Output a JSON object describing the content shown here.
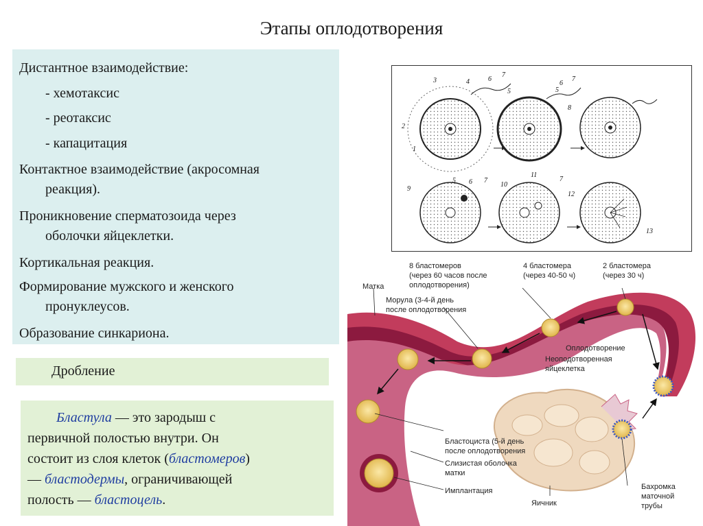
{
  "title": "Этапы оплодотворения",
  "main": {
    "lines": [
      "Дистантное взаимодействие:",
      "- хемотаксис",
      "- реотаксис",
      "- капацитация",
      "Контактное взаимодействие (акросомная",
      "реакция).",
      "Проникновение сперматозоида через",
      "оболочки яйцеклетки.",
      "Кортикальная реакция.",
      "Формирование мужского и женского",
      "пронуклеусов.",
      "Образование синкариона."
    ]
  },
  "drob": {
    "label": "Дробление"
  },
  "blast": {
    "l1a": "Бластула",
    "l1b": " — это зародыш с",
    "l2": "первичной полостью внутри. Он",
    "l3a": "состоит из слоя клеток (",
    "l3b": "бластомеров",
    "l3c": ")",
    "l4a": "— ",
    "l4b": "бластодермы",
    "l4c": ", ограничивающей",
    "l5a": "полость — ",
    "l5b": "бластоцель",
    "l5c": "."
  },
  "figure_top": {
    "numbers": [
      "1",
      "2",
      "3",
      "4",
      "5",
      "6",
      "7",
      "5",
      "6",
      "7",
      "8",
      "5",
      "6",
      "7",
      "9",
      "10",
      "11",
      "7",
      "12",
      "13"
    ]
  },
  "figure_bottom": {
    "labels": {
      "uterus": "Матка",
      "b8_1": "8 бластомеров",
      "b8_2": "(через 60 часов после",
      "b8_3": "оплодотворения)",
      "b4_1": "4 бластомера",
      "b4_2": "(через 40-50 ч)",
      "b2_1": "2 бластомера",
      "b2_2": "(через 30 ч)",
      "morula_1": "Морула (3-4-й день",
      "morula_2": "после оплодотворения",
      "fert": "Оплодотворение",
      "unfert_1": "Неоподотворенная",
      "unfert_2": "яйцеклетка",
      "blasto_1": "Бластоциста (5-й день",
      "blasto_2": "после оплодотворения",
      "mucosa_1": "Слизистая оболочка",
      "mucosa_2": "матки",
      "implant": "Имплантация",
      "ovary": "Яичник",
      "fimb_1": "Бахромка",
      "fimb_2": "маточной",
      "fimb_3": "трубы"
    },
    "colors": {
      "wall": "#c23c5c",
      "lumen": "#8c1a3f",
      "cell": "#f1cf6e",
      "ovary": "#efd9bf"
    }
  }
}
